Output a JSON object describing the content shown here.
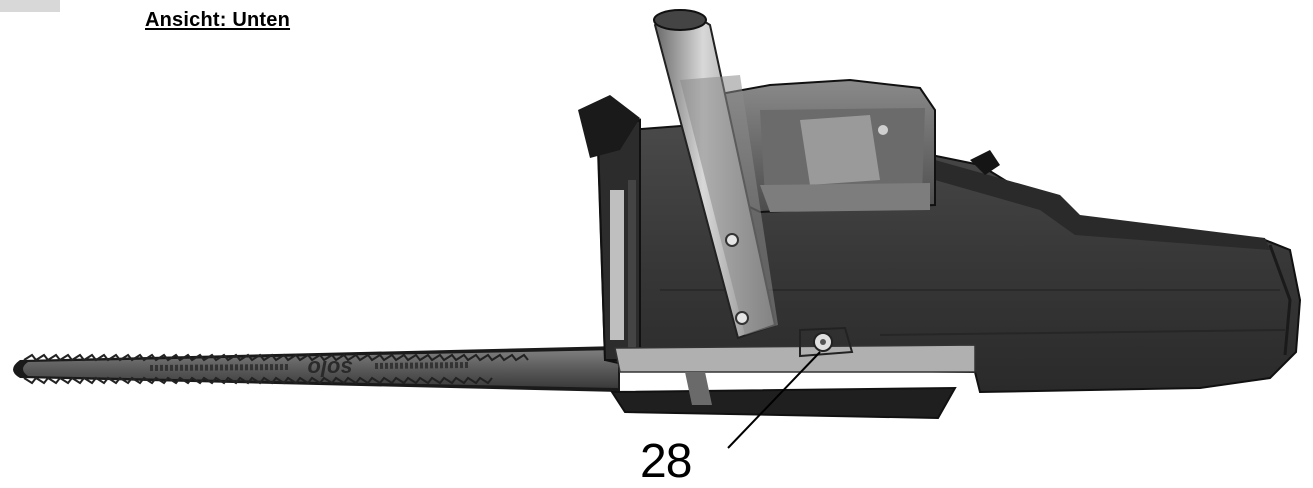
{
  "page": {
    "view_title": "Ansicht: Unten",
    "callout_label": "28"
  },
  "figure": {
    "subject": "chainsaw-bottom-view",
    "bar_brand": "solo",
    "colors": {
      "body": "#3c3c3c",
      "body_dark": "#1e1e1e",
      "metal": "#9a9a9a",
      "chain": "#2a2a2a"
    }
  }
}
